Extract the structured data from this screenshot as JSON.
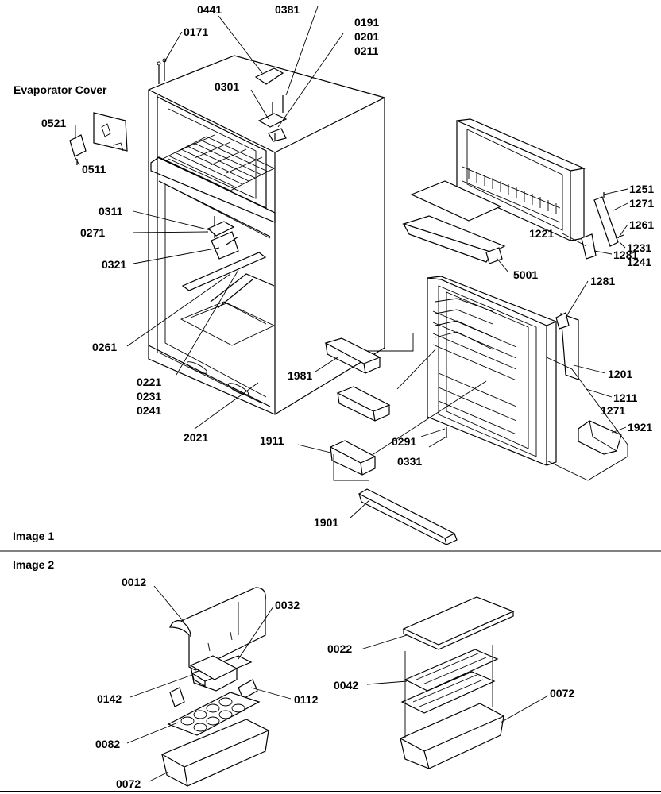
{
  "image1": {
    "heading": "Image 1",
    "evaporator_cover": "Evaporator Cover",
    "labels": {
      "l0441": "0441",
      "l0381": "0381",
      "l0171": "0171",
      "l0191": "0191",
      "l0201": "0201",
      "l0211": "0211",
      "l0301": "0301",
      "l0521": "0521",
      "l0511": "0511",
      "l0311": "0311",
      "l0271": "0271",
      "l0321": "0321",
      "l0261": "0261",
      "l0221": "0221",
      "l0231": "0231",
      "l0241": "0241",
      "l2021": "2021",
      "l1981": "1981",
      "l1911": "1911",
      "l1901": "1901",
      "l0291": "0291",
      "l0331": "0331",
      "l5001": "5001",
      "l1251": "1251",
      "l1271a": "1271",
      "l1261": "1261",
      "l1221": "1221",
      "l1231": "1231",
      "l1241": "1241",
      "l1281a": "1281",
      "l1281b": "1281",
      "l1201": "1201",
      "l1211": "1211",
      "l1271b": "1271",
      "l1921": "1921"
    }
  },
  "image2": {
    "heading": "Image 2",
    "labels": {
      "l0012": "0012",
      "l0032": "0032",
      "l0142": "0142",
      "l0112": "0112",
      "l0082": "0082",
      "l0072a": "0072",
      "l0022": "0022",
      "l0042": "0042",
      "l0072b": "0072"
    }
  }
}
